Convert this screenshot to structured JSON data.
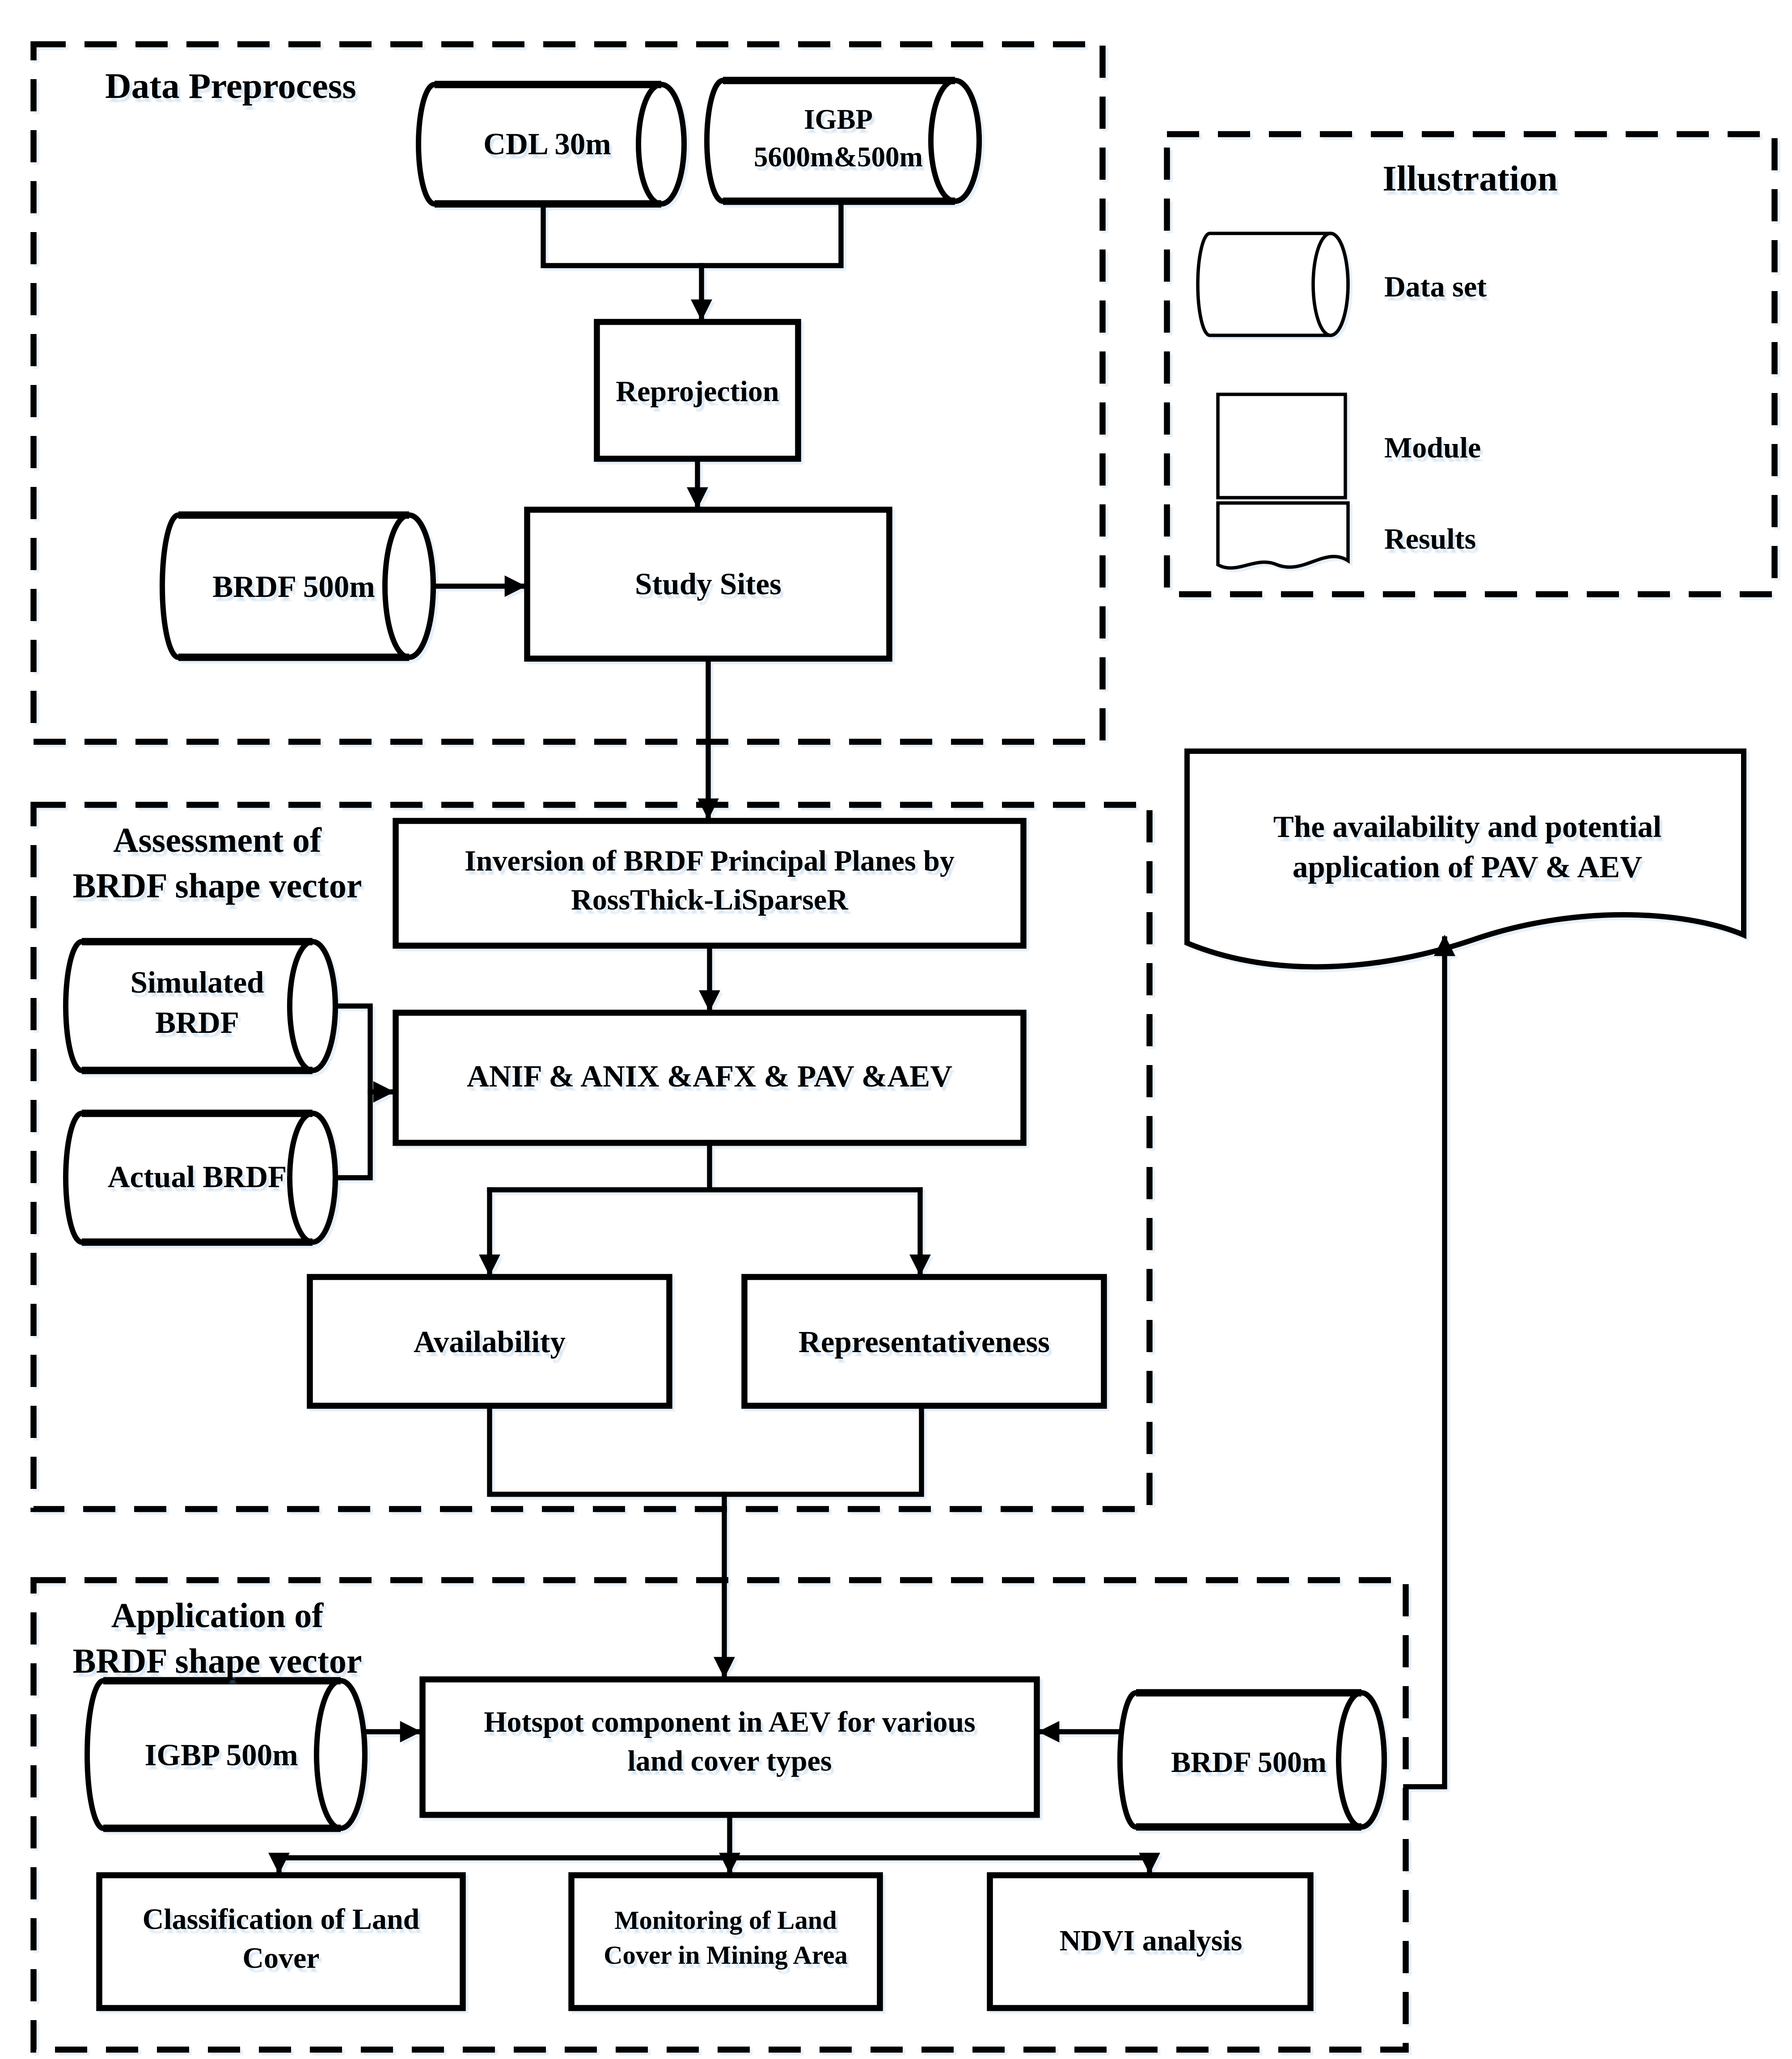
{
  "sections": {
    "data_preprocess": {
      "title": "Data Preprocess"
    },
    "assessment": {
      "title": "Assessment of\nBRDF shape vector"
    },
    "application": {
      "title": "Application of\nBRDF shape vector"
    }
  },
  "legend": {
    "title": "Illustration",
    "items": [
      {
        "shape": "data-set-cylinder",
        "label": "Data set"
      },
      {
        "shape": "module-rectangle",
        "label": "Module"
      },
      {
        "shape": "results-document",
        "label": "Results"
      }
    ]
  },
  "nodes": {
    "cdl": {
      "label": "CDL 30m"
    },
    "igbp": {
      "label": "IGBP\n5600m&500m"
    },
    "reprojection": {
      "label": "Reprojection"
    },
    "brdf_left": {
      "label": "BRDF 500m"
    },
    "study_sites": {
      "label": "Study Sites"
    },
    "inversion": {
      "label": "Inversion of BRDF Principal Planes by\nRossThick-LiSparseR"
    },
    "simulated_brdf": {
      "label": "Simulated\nBRDF"
    },
    "actual_brdf": {
      "label": "Actual BRDF"
    },
    "anif": {
      "label": "ANIF & ANIX &AFX & PAV &AEV"
    },
    "availability": {
      "label": "Availability"
    },
    "representativeness": {
      "label": "Representativeness"
    },
    "results_doc": {
      "label": "The availability and potential\napplication of  PAV & AEV"
    },
    "igbp_500": {
      "label": "IGBP 500m"
    },
    "hotspot": {
      "label": "Hotspot component in AEV for various\nland cover types"
    },
    "brdf_right": {
      "label": "BRDF 500m"
    },
    "classification": {
      "label": "Classification of Land\nCover"
    },
    "monitoring": {
      "label": "Monitoring of Land\nCover in Mining Area"
    },
    "ndvi": {
      "label": "NDVI analysis"
    }
  },
  "colors": {
    "line": "#000000",
    "fill": "#ffffff",
    "text": "#000000",
    "shadow_tint": "#8cb9e6"
  }
}
